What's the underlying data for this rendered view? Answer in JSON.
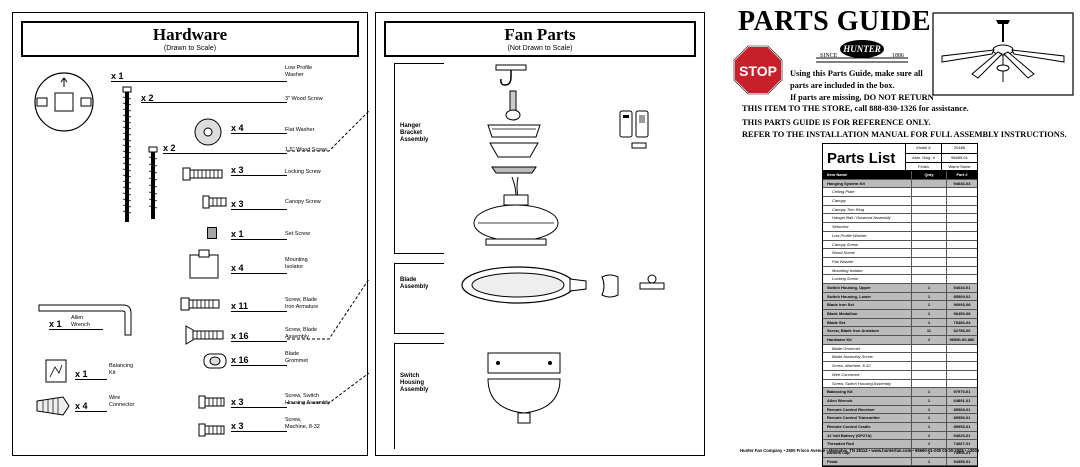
{
  "hardware": {
    "title": "Hardware",
    "subtitle": "(Drawn to Scale)",
    "items": [
      {
        "qty": "x 1",
        "label": "Low Profile\nWasher"
      },
      {
        "qty": "x 2",
        "label": "3\" Wood Screw"
      },
      {
        "qty": "x 4",
        "label": "Flat Washer"
      },
      {
        "qty": "x 2",
        "label": "1.5\" Wood Screw"
      },
      {
        "qty": "x 3",
        "label": "Locking Screw"
      },
      {
        "qty": "x 3",
        "label": "Canopy Screw"
      },
      {
        "qty": "x 1",
        "label": "Set Screw"
      },
      {
        "qty": "x 4",
        "label": "Mounting\nIsolator"
      },
      {
        "qty": "x 11",
        "label": "Screw, Blade\nIron Armature"
      },
      {
        "qty": "x 16",
        "label": "Screw, Blade\nAssembly"
      },
      {
        "qty": "x 16",
        "label": "Blade\nGrommet"
      },
      {
        "qty": "x 3",
        "label": "Screw, Switch\nHousing Assembly"
      },
      {
        "qty": "x 3",
        "label": "Screw,\nMachine, 8-32"
      },
      {
        "qty": "x 1",
        "label": "Allen\nWrench"
      },
      {
        "qty": "x 1",
        "label": "Balancing\nKit"
      },
      {
        "qty": "x 4",
        "label": "Wire\nConnector"
      }
    ]
  },
  "fan_parts": {
    "title": "Fan Parts",
    "subtitle": "(Not Drawn to Scale)",
    "groups": [
      "Hanger\nBracket\nAssembly",
      "Blade\nAssembly",
      "Switch\nHousing\nAssembly"
    ]
  },
  "guide": {
    "title": "PARTS GUIDE",
    "brand": "HUNTER",
    "since": "SINCE",
    "year": "1886",
    "stop": "STOP",
    "lines": [
      "Using this Parts Guide, make sure all",
      "parts are included in the box.",
      "If parts are missing, DO NOT RETURN",
      "THIS ITEM TO THE STORE, call 888-830-1326 for assistance.",
      "THIS PARTS GUIDE IS FOR REFERENCE ONLY.",
      "REFER TO THE INSTALLATION MANUAL FOR FULL ASSEMBLY INSTRUCTIONS."
    ]
  },
  "parts_list": {
    "title": "Parts List",
    "meta": [
      [
        "Model #",
        "20486"
      ],
      [
        "Asm. Dwg. #",
        "96689-01"
      ],
      [
        "Finish",
        "Warm Stone"
      ]
    ],
    "header": [
      "Item Name",
      "Qnty",
      "Part #"
    ],
    "rows": [
      {
        "name": "Hanging System Kit",
        "qty": "",
        "part": "94646-03",
        "type": "sh"
      },
      {
        "name": "Ceiling Plate",
        "qty": "",
        "part": "",
        "type": "sub"
      },
      {
        "name": "Canopy",
        "qty": "",
        "part": "",
        "type": "sub"
      },
      {
        "name": "Canopy Trim Ring",
        "qty": "",
        "part": "",
        "type": "sub"
      },
      {
        "name": "Hanger Ball / Downrod Assembly",
        "qty": "",
        "part": "",
        "type": "sub"
      },
      {
        "name": "Setscrew",
        "qty": "",
        "part": "",
        "type": "sub"
      },
      {
        "name": "Low Profile Washer",
        "qty": "",
        "part": "",
        "type": "sub"
      },
      {
        "name": "Canopy Screw",
        "qty": "",
        "part": "",
        "type": "sub"
      },
      {
        "name": "Wood Screw",
        "qty": "",
        "part": "",
        "type": "sub"
      },
      {
        "name": "Flat Washer",
        "qty": "",
        "part": "",
        "type": "sub"
      },
      {
        "name": "Mounting Isolator",
        "qty": "",
        "part": "",
        "type": "sub"
      },
      {
        "name": "Locking Screw",
        "qty": "",
        "part": "",
        "type": "sub"
      },
      {
        "name": "Switch Housing, Upper",
        "qty": "1",
        "part": "94634-01",
        "type": "sh"
      },
      {
        "name": "Switch Housing, Lower",
        "qty": "1",
        "part": "85909-02",
        "type": "sh"
      },
      {
        "name": "Blade Iron Set",
        "qty": "1",
        "part": "96993-08",
        "type": "sh"
      },
      {
        "name": "Blade Medallion",
        "qty": "1",
        "part": "96450-08",
        "type": "sh"
      },
      {
        "name": "Blade Set",
        "qty": "1",
        "part": "75466-04",
        "type": "sh"
      },
      {
        "name": "Screw, Blade Iron Armature",
        "qty": "11",
        "part": "62756-06",
        "type": "sh"
      },
      {
        "name": "Hardware Kit",
        "qty": "1",
        "part": "96590-00-880",
        "type": "sh"
      },
      {
        "name": "Blade Grommet",
        "qty": "",
        "part": "",
        "type": "sub"
      },
      {
        "name": "Blade Assembly Screw",
        "qty": "",
        "part": "",
        "type": "sub"
      },
      {
        "name": "Screw, Machine, 8-32",
        "qty": "",
        "part": "",
        "type": "sub"
      },
      {
        "name": "Wire Connector",
        "qty": "",
        "part": "",
        "type": "sub"
      },
      {
        "name": "Screw, Switch Housing Assembly",
        "qty": "",
        "part": "",
        "type": "sub"
      },
      {
        "name": "Balancing Kit",
        "qty": "1",
        "part": "97970-01",
        "type": "sh"
      },
      {
        "name": "Allen Wrench",
        "qty": "1",
        "part": "64891-01",
        "type": "sh"
      },
      {
        "name": "Remote Control Receiver",
        "qty": "1",
        "part": "85968-01",
        "type": "sh"
      },
      {
        "name": "Remote Control Transmitter",
        "qty": "1",
        "part": "85956-01",
        "type": "sh"
      },
      {
        "name": "Remote Control Cradle",
        "qty": "1",
        "part": "85953-01",
        "type": "sh"
      },
      {
        "name": "12 Volt Battery (GP27A)",
        "qty": "1",
        "part": "94626-01",
        "type": "sh"
      },
      {
        "name": "Threaded Rod",
        "qty": "1",
        "part": "74667-01",
        "type": "sh"
      },
      {
        "name": "Bottom Cap",
        "qty": "1",
        "part": "74906-01",
        "type": "sh"
      },
      {
        "name": "Finial",
        "qty": "1",
        "part": "94355-01",
        "type": "sh"
      }
    ]
  },
  "footer": "Hunter Fan Company  •  2500 Frisco Avenue  •  Memphis, TN 38114  •  www.hunterfan.com  •  96690-01-000  03-20-2008  •  c2008",
  "colors": {
    "stop_red": "#c8202b",
    "header_black": "#000000",
    "row_gray": "#bbbbbb"
  }
}
